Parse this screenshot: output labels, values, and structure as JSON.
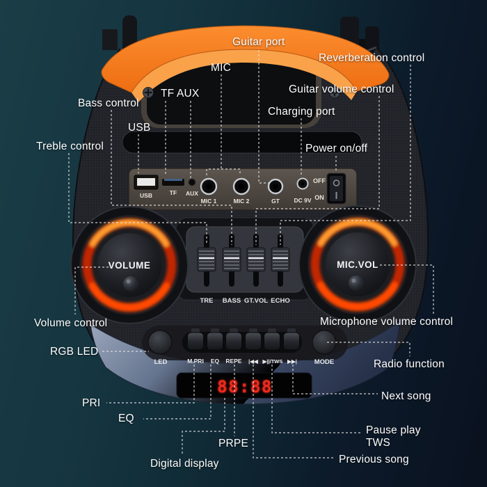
{
  "annotations": {
    "guitar_port": "Guitar port",
    "mic": "MIC",
    "reverberation": "Reverberation control",
    "tf_aux": "TF AUX",
    "guitar_volume": "Guitar volume control",
    "bass": "Bass control",
    "charging_port": "Charging port",
    "usb": "USB",
    "treble": "Treble control",
    "power": "Power on/off",
    "volume": "Volume control",
    "mic_volume": "Microphone volume control",
    "rgb_led": "RGB LED",
    "radio": "Radio function",
    "pri": "PRI",
    "next_song": "Next song",
    "eq": "EQ",
    "pause_play": "Pause play",
    "tws": "TWS",
    "prpe": "PRPE",
    "previous_song": "Previous song",
    "digital_display": "Digital display"
  },
  "device": {
    "knobs": {
      "volume": "VOLUME",
      "mic_vol": "MIC.VOL"
    },
    "ports": {
      "usb": "USB",
      "tf": "TF",
      "aux": "AUX",
      "mic1": "MIC 1",
      "mic2": "MIC 2",
      "gt": "GT",
      "dc": "DC 9V",
      "off": "OFF",
      "on": "ON"
    },
    "sliders": {
      "tre": "TRE",
      "bass": "BASS",
      "gtvol": "GT.VOL",
      "echo": "ECHO"
    },
    "buttons": {
      "led": "LED",
      "mpri": "M.PRI",
      "eq": "EQ",
      "repe": "REPE",
      "prev": "|◀◀",
      "play": "▶||/TWS",
      "next": "▶▶|",
      "mode": "MODE"
    },
    "display": {
      "value": "88:88"
    }
  },
  "colors": {
    "handle_orange": "#f2761b",
    "knob_glow": "#ff4a00",
    "display_red": "#e8281e",
    "label_text": "#ffffff",
    "background_teal": "#163841",
    "background_navy": "#0a101e"
  }
}
